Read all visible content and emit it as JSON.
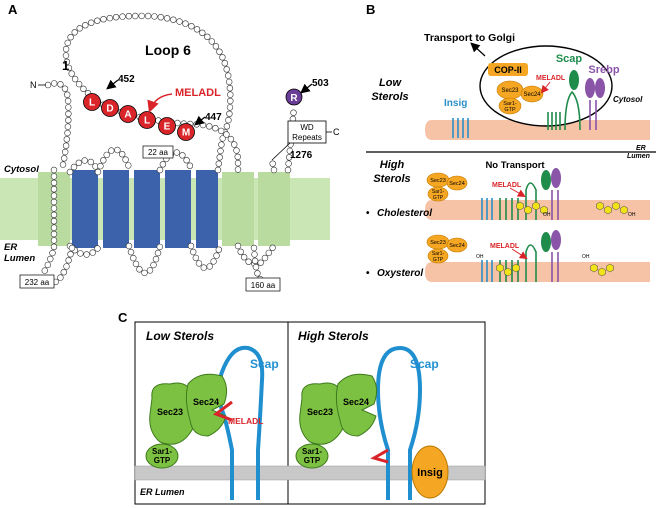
{
  "panels": {
    "a": "A",
    "b": "B",
    "c": "C"
  },
  "panel_a": {
    "n_term_num": "1",
    "n_term": "N",
    "c_term": "C",
    "loop_title": "Loop 6",
    "motif_label": "MELADL",
    "motif_residues": [
      "L",
      "D",
      "A",
      "L",
      "E",
      "M"
    ],
    "pos_452": "452",
    "pos_447": "447",
    "pos_503": "503",
    "r_residue": "R",
    "wd_line1": "WD",
    "wd_line2": "Repeats",
    "pos_1276": "1276",
    "aa_22": "22 aa",
    "aa_232": "232 aa",
    "aa_160": "160 aa",
    "cytosol": "Cytosol",
    "er_line1": "ER",
    "er_line2": "Lumen"
  },
  "panel_b": {
    "transport_golgi": "Transport to Golgi",
    "low_line1": "Low",
    "low_line2": "Sterols",
    "high_line1": "High",
    "high_line2": "Sterols",
    "no_transport": "No Transport",
    "copii": "COP-II",
    "scap": "Scap",
    "srebp": "Srebp",
    "insig": "Insig",
    "sec23": "Sec23",
    "sec24": "Sec24",
    "sar1_line1": "Sar1-",
    "sar1_line2": "GTP",
    "meladl": "MELADL",
    "cytosol": "Cytosol",
    "er_line1": "ER",
    "er_line2": "Lumen",
    "cholesterol": "Cholesterol",
    "oxysterol": "Oxysterol",
    "oh": "OH"
  },
  "panel_c": {
    "low": "Low Sterols",
    "high": "High Sterols",
    "scap": "Scap",
    "sec23": "Sec23",
    "sec24": "Sec24",
    "sar1_line1": "Sar1-",
    "sar1_line2": "GTP",
    "meladl": "MELADL",
    "insig": "Insig",
    "er_lumen": "ER Lumen"
  },
  "colors": {
    "membrane_green": "#c9e6b4",
    "helix_blue": "#3b62aa",
    "motif_red": "#d9252a",
    "r_purple": "#6a3d96",
    "scap_green": "#1f8c4c",
    "srebp_purple": "#8a54a8",
    "insig_blue": "#2b8fc7",
    "cop_orange": "#f5a623",
    "er_salmon": "#f6c3a6",
    "sec_green": "#7cc142",
    "scap_blue": "#1f8fd0",
    "sterol_yellow": "#f2e21a"
  }
}
